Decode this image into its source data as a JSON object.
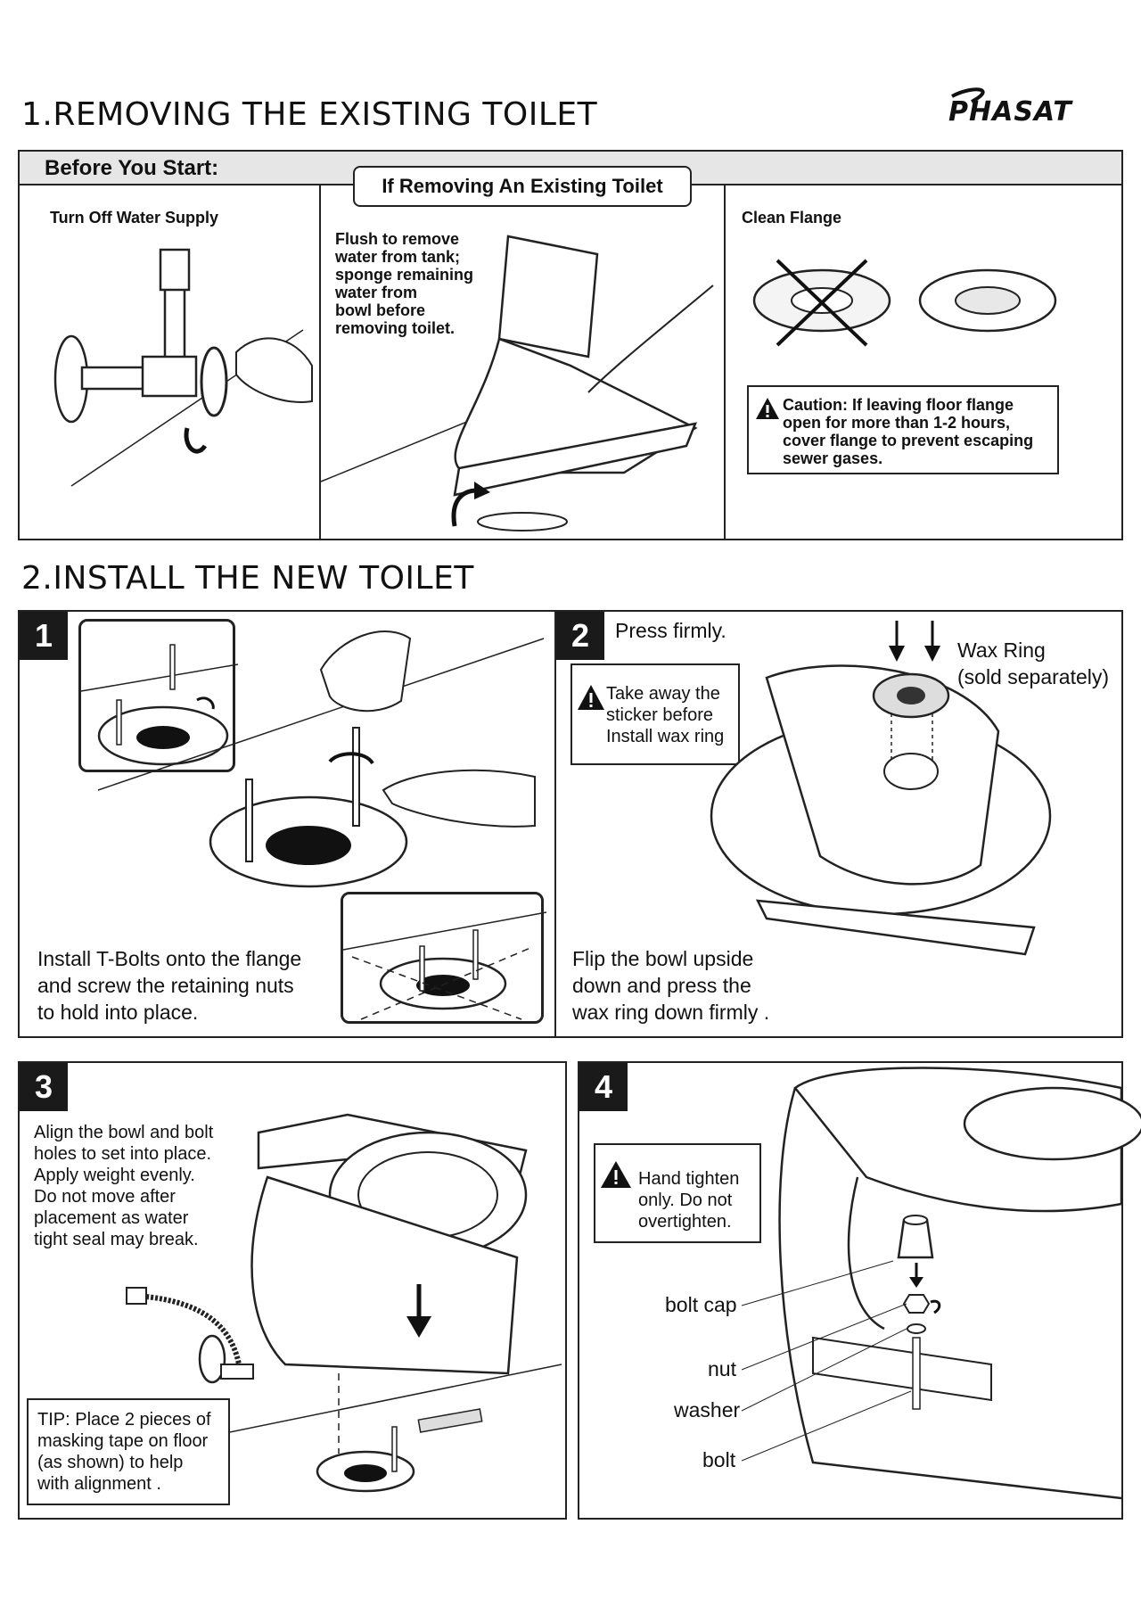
{
  "section1": {
    "title": "1.REMOVING THE EXISTING TOILET"
  },
  "logo": {
    "text": "PHASAT"
  },
  "before": {
    "header": "Before You Start:",
    "center_label": "If Removing An Existing Toilet",
    "water_supply": "Turn Off Water Supply",
    "flush_text": [
      "Flush to remove",
      "water from tank;",
      "sponge remaining",
      "water from",
      "bowl before",
      "removing toilet."
    ],
    "clean_flange": "Clean Flange",
    "caution": [
      "Caution: If leaving floor flange",
      "open for more than 1-2 hours,",
      "cover flange to prevent escaping",
      "sewer gases."
    ]
  },
  "section2": {
    "title": "2.INSTALL THE NEW TOILET"
  },
  "step1": {
    "number": "1",
    "text": [
      "Install T-Bolts onto the flange",
      "and screw the retaining nuts",
      "to hold into place."
    ]
  },
  "step2": {
    "number": "2",
    "press": "Press firmly.",
    "wax_ring": [
      "Wax Ring",
      "(sold separately)"
    ],
    "sticker": [
      "Take away the",
      "sticker before",
      "Install wax ring"
    ],
    "text": [
      "Flip the bowl upside",
      "down and press the",
      "wax ring down firmly ."
    ]
  },
  "step3": {
    "number": "3",
    "text": [
      "Align the bowl and bolt",
      "holes to set into place.",
      "Apply weight evenly.",
      "Do not move after",
      "placement as water",
      "tight seal may break."
    ],
    "tip": [
      "TIP: Place 2 pieces of",
      "masking tape on floor",
      "(as shown) to help",
      "with alignment ."
    ]
  },
  "step4": {
    "number": "4",
    "warning": [
      "Hand tighten",
      "only. Do not",
      "overtighten."
    ],
    "labels": {
      "bolt_cap": "bolt cap",
      "nut": "nut",
      "washer": "washer",
      "bolt": "bolt"
    }
  }
}
